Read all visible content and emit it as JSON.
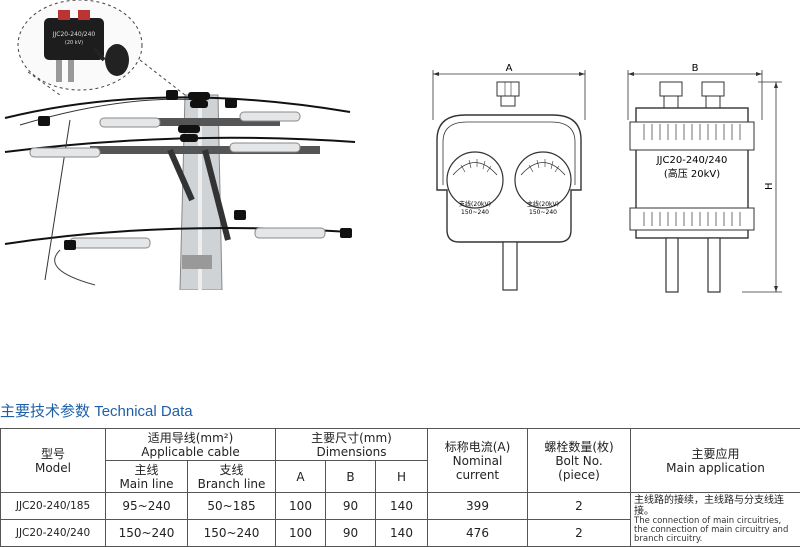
{
  "photo": {
    "clamp_label_line1": "JJC20-240/240",
    "clamp_label_line2": "(20 kV)"
  },
  "front_view": {
    "dim_a": "A",
    "slot_left_line1": "支线(20kV)",
    "slot_left_line2": "150~240",
    "slot_right_line1": "主线(20kV)",
    "slot_right_line2": "150~240"
  },
  "side_view": {
    "dim_b": "B",
    "dim_h": "H",
    "model_line1": "JJC20-240/240",
    "model_line2": "(高压 20kV)"
  },
  "section_title": {
    "cn": "主要技术参数",
    "en": "Technical Data"
  },
  "table": {
    "headers": {
      "model_cn": "型号",
      "model_en": "Model",
      "cable_cn": "适用导线(mm²)",
      "cable_en": "Applicable cable",
      "main_cn": "主线",
      "main_en": "Main line",
      "branch_cn": "支线",
      "branch_en": "Branch line",
      "dim_cn": "主要尺寸(mm)",
      "dim_en": "Dimensions",
      "a": "A",
      "b": "B",
      "h": "H",
      "current_cn": "标称电流(A)",
      "current_en1": "Nominal",
      "current_en2": "current",
      "bolt_cn": "螺栓数量(枚)",
      "bolt_en1": "Bolt No.",
      "bolt_en2": "(piece)",
      "app_cn": "主要应用",
      "app_en": "Main application"
    },
    "rows": [
      {
        "model": "JJC20-240/185",
        "main": "95~240",
        "branch": "50~185",
        "a": "100",
        "b": "90",
        "h": "140",
        "current": "399",
        "bolts": "2"
      },
      {
        "model": "JJC20-240/240",
        "main": "150~240",
        "branch": "150~240",
        "a": "100",
        "b": "90",
        "h": "140",
        "current": "476",
        "bolts": "2"
      }
    ],
    "application_cn": "主线路的接续，主线路与分支线连接。",
    "application_en": "The connection of main circuitries, the connection of main circuitry and branch circuitry."
  }
}
